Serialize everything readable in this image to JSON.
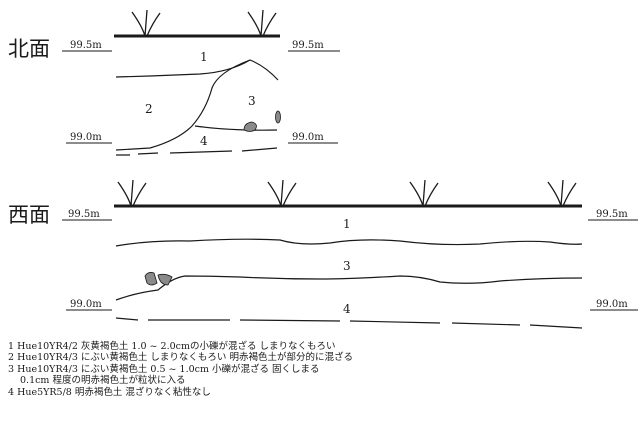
{
  "sections": {
    "north": {
      "title": "北面",
      "elev_top_left": "99.5m",
      "elev_top_right": "99.5m",
      "elev_bottom_left": "99.0m",
      "elev_bottom_right": "99.0m",
      "layers": [
        "1",
        "2",
        "3",
        "4"
      ]
    },
    "west": {
      "title": "西面",
      "elev_top_left": "99.5m",
      "elev_top_right": "99.5m",
      "elev_bottom_left": "99.0m",
      "elev_bottom_right": "99.0m",
      "layers": [
        "1",
        "3",
        "4"
      ]
    }
  },
  "legend": [
    {
      "text": "1 Hue10YR4/2 灰黄褐色土 1.0 ~ 2.0cmの小礫が混ざる しまりなくもろい"
    },
    {
      "text": "2 Hue10YR4/3 にぶい黄褐色土 しまりなくもろい 明赤褐色土が部分的に混ざる"
    },
    {
      "text": "3 Hue10YR4/3 にぶい黄褐色土 0.5 ~ 1.0cm 小礫が混ざる 固くしまる"
    },
    {
      "text": "0.1cm 程度の明赤褐色土が粒状に入る"
    },
    {
      "text": "4 Hue5YR5/8 明赤褐色土 混ざりなく粘性なし"
    }
  ]
}
